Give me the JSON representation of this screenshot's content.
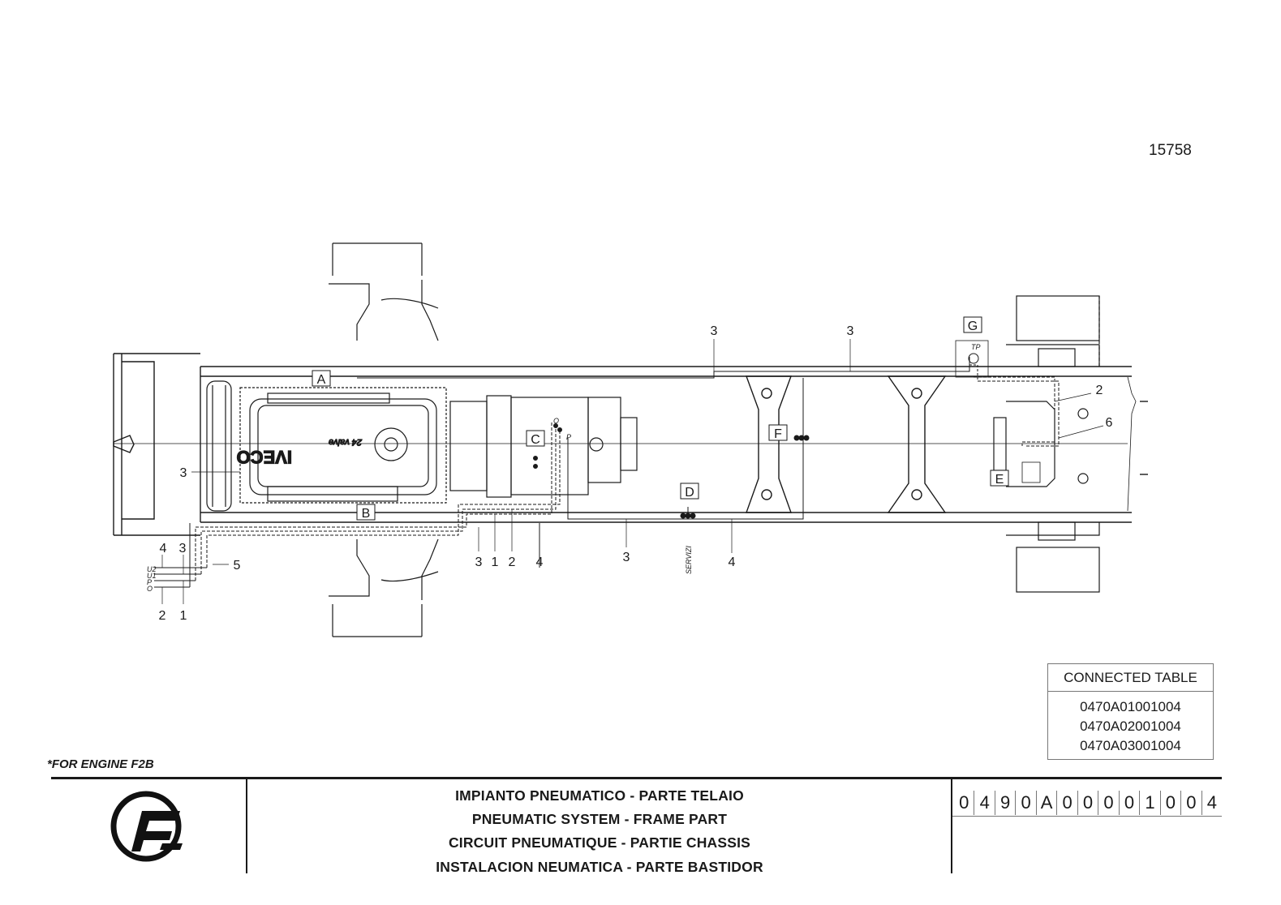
{
  "sheet_id": "15758",
  "engine_note": "*FOR ENGINE F2B",
  "connected_table": {
    "header": "CONNECTED TABLE",
    "rows": [
      "0470A01001004",
      "0470A02001004",
      "0470A03001004"
    ]
  },
  "title_block": {
    "lines": [
      "IMPIANTO PNEUMATICO - PARTE TELAIO",
      "PNEUMATIC SYSTEM - FRAME PART",
      "CIRCUIT PNEUMATIQUE - PARTIE CHASSIS",
      "INSTALACION NEUMATICA - PARTE BASTIDOR"
    ],
    "document_number": [
      "0",
      "4",
      "9",
      "0",
      "A",
      "0",
      "0",
      "0",
      "0",
      "1",
      "0",
      "0",
      "4"
    ]
  },
  "diagram": {
    "zone_letters": {
      "a": "A",
      "b": "B",
      "c": "C",
      "d": "D",
      "e": "E",
      "f": "F",
      "g": "G"
    },
    "line_numbers": {
      "top_left": "3",
      "top_right": "3",
      "rear_upper": "2",
      "rear_lower": "6",
      "engine_side": "3",
      "front_4": "4",
      "front_3": "3",
      "front_5": "5",
      "front_2": "2",
      "front_1": "1",
      "mid_3a": "3",
      "mid_1": "1",
      "mid_2": "2",
      "mid_4a": "4",
      "mid_3b": "3",
      "mid_4b": "4"
    },
    "small_labels": {
      "tp": "TP",
      "servizi": "SERVIZI",
      "engine_brand": "IVECO",
      "engine_sub": "24 valve",
      "port_o": "O",
      "port_p": "P",
      "feed_u2": "U2",
      "feed_u1": "U1",
      "feed_p": "P",
      "feed_o": "O"
    }
  },
  "colors": {
    "ink": "#1a1a1a",
    "frame_line": "#777777"
  },
  "logo": {
    "icon": "company-logo-icon"
  }
}
